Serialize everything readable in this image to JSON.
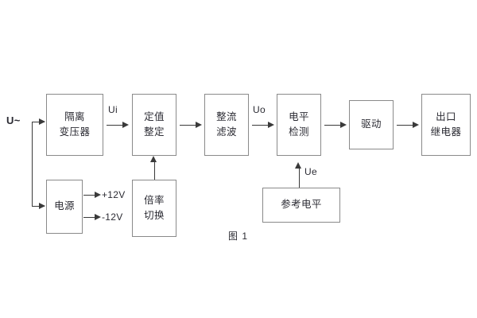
{
  "figure": {
    "caption": "图 1",
    "input_label": "U~",
    "signal_labels": {
      "ui": "Ui",
      "uo": "Uo",
      "ue": "Ue"
    },
    "power_rails": [
      {
        "label": "+12V"
      },
      {
        "label": "-12V"
      }
    ],
    "blocks": [
      {
        "id": "isolation-transformer",
        "lines": [
          "隔离",
          "变压器"
        ]
      },
      {
        "id": "setting-adjust",
        "lines": [
          "定值",
          "整定"
        ]
      },
      {
        "id": "rectifier-filter",
        "lines": [
          "整流",
          "滤波"
        ]
      },
      {
        "id": "level-detection",
        "lines": [
          "电平",
          "检测"
        ]
      },
      {
        "id": "driver",
        "lines": [
          "驱动"
        ]
      },
      {
        "id": "output-relay",
        "lines": [
          "出口",
          "继电器"
        ]
      },
      {
        "id": "power-supply",
        "lines": [
          "电源"
        ]
      },
      {
        "id": "multiplier-switch",
        "lines": [
          "倍率",
          "切换"
        ]
      },
      {
        "id": "reference-level",
        "lines": [
          "参考电平"
        ]
      }
    ],
    "colors": {
      "box_border": "#8a8a8a",
      "wire": "#3a3a3a",
      "text": "#2b2b33",
      "background": "#ffffff"
    }
  }
}
